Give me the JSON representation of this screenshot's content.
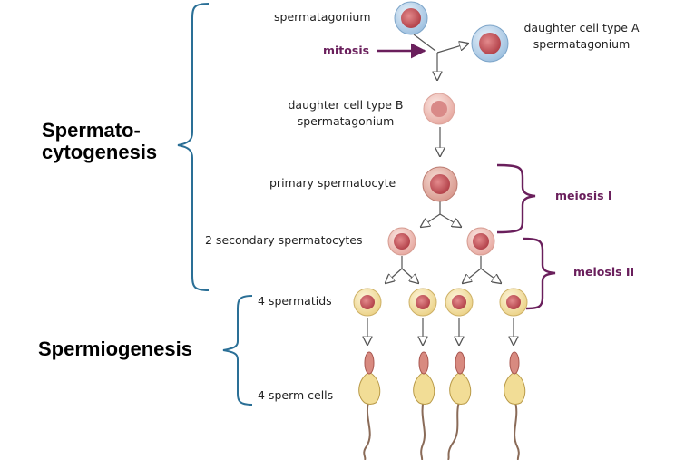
{
  "stages": {
    "spermatocytogenesis": [
      "Spermato-",
      "cytogenesis"
    ],
    "spermiogenesis": "Spermiogenesis"
  },
  "labels": {
    "spermatogonium": "spermatagonium",
    "mitosis": "mitosis",
    "daughter_a": [
      "daughter cell type A",
      "spermatagonium"
    ],
    "daughter_b": [
      "daughter cell type B",
      "spermatagonium"
    ],
    "primary": "primary spermatocyte",
    "secondary": "2 secondary spermatocytes",
    "spermatids": "4 spermatids",
    "sperm": "4 sperm cells",
    "meiosis1": "meiosis I",
    "meiosis2": "meiosis II"
  },
  "colors": {
    "bracket_blue": "#2a6f96",
    "meiosis_purple": "#6a1f5c",
    "stem_cell_blue": "#bfd7ec",
    "nucleus_red": "#c8585e",
    "spermatocyte_outer": "#f2c8c0",
    "spermatid_outer": "#f4e3ad",
    "arrow_gray": "#555555"
  }
}
